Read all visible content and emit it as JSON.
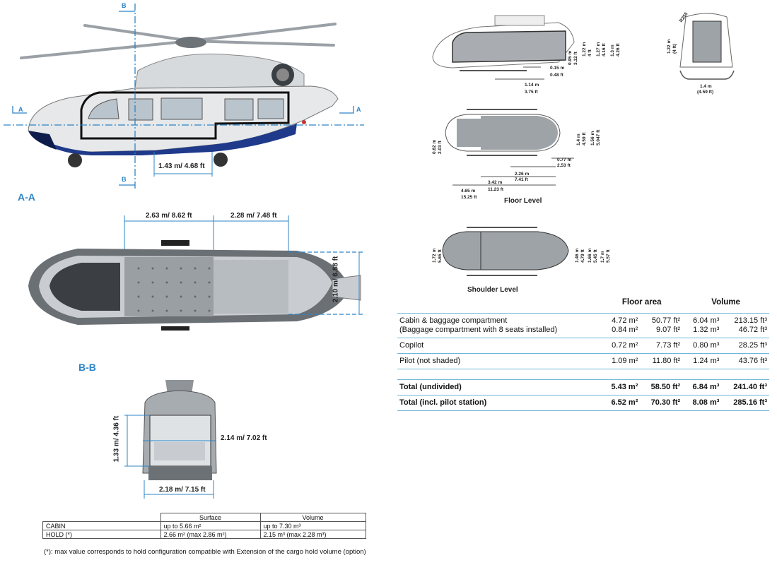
{
  "left": {
    "section_a": "A-A",
    "section_b": "B-B",
    "marker_a": "A",
    "marker_b": "B",
    "dim_door": "1.43 m/ 4.68 ft",
    "dim_cabin_len": "2.63 m/ 8.62 ft",
    "dim_baggage_len": "2.28 m/ 7.48 ft",
    "dim_width": "2.10 m/ 6.88 ft",
    "dim_rear_width": "2.14 m/ 7.02 ft",
    "dim_rear_height": "1.33 m/ 4.36 ft",
    "dim_rear_floor": "2.18 m/ 7.15 ft"
  },
  "small_diagrams": {
    "side_heights": [
      "0.95 m\n3.12 ft",
      "1.22 m\n4 ft",
      "1.27 m\n4.16 ft",
      "1.3 m\n4.26 ft"
    ],
    "side_step": [
      "0.15 m",
      "0.48 ft"
    ],
    "side_len": [
      "1.14 m",
      "3.75 ft"
    ],
    "rear_radius": "R255",
    "rear_height": [
      "1.22 m",
      "(4 ft)"
    ],
    "rear_width": [
      "1.4 m",
      "(4.59 ft)"
    ],
    "floor_label": "Floor Level",
    "floor_left": [
      "0.62 m",
      "2.03 ft"
    ],
    "floor_right": [
      "1.4 m",
      "4.59 ft",
      "1.56 m",
      "5.047 ft"
    ],
    "floor_dims": [
      [
        "0.77 m",
        "2.53 ft"
      ],
      [
        "2.26 m",
        "7.41 ft"
      ],
      [
        "3.42 m",
        "11.23 ft"
      ],
      [
        "4.65 m",
        "15.25 ft"
      ]
    ],
    "shoulder_label": "Shoulder Level",
    "shoulder_left": [
      "1.72 m",
      "5.65 ft"
    ],
    "shoulder_right": [
      "1.46 m",
      "4.79 ft",
      "1.66 m",
      "5.45 ft",
      "1.7 m",
      "5.57 ft"
    ]
  },
  "volume_table": {
    "head_floor": "Floor area",
    "head_volume": "Volume",
    "rows": [
      {
        "label": "Cabin & baggage compartment",
        "fa_m": "4.72 m²",
        "fa_ft": "50.77 ft²",
        "v_m": "6.04 m³",
        "v_ft": "213.15 ft³"
      },
      {
        "label": "(Baggage compartment with 8 seats installed)",
        "fa_m": "0.84 m²",
        "fa_ft": "9.07 ft²",
        "v_m": "1.32 m³",
        "v_ft": "46.72 ft³"
      },
      {
        "label": "Copilot",
        "fa_m": "0.72 m²",
        "fa_ft": "7.73 ft²",
        "v_m": "0.80 m³",
        "v_ft": "28.25 ft³"
      },
      {
        "label": "Pilot (not shaded)",
        "fa_m": "1.09 m²",
        "fa_ft": "11.80 ft²",
        "v_m": "1.24 m³",
        "v_ft": "43.76 ft³"
      },
      {
        "label": "Total (undivided)",
        "fa_m": "5.43 m²",
        "fa_ft": "58.50 ft²",
        "v_m": "6.84 m³",
        "v_ft": "241.40 ft³"
      },
      {
        "label": "Total (incl. pilot station)",
        "fa_m": "6.52 m²",
        "fa_ft": "70.30 ft²",
        "v_m": "8.08 m³",
        "v_ft": "285.16 ft³"
      }
    ]
  },
  "cap_table": {
    "head": [
      "",
      "Surface",
      "Volume"
    ],
    "rows": [
      [
        "CABIN",
        "up to 5.66 m²",
        "up to 7.30 m³"
      ],
      [
        "HOLD (*)",
        "2.66 m² (max 2.86 m²)",
        "2.15 m³ (max 2.28 m³)"
      ]
    ]
  },
  "footnote": "(*): max value corresponds to hold configuration compatible with Extension of the cargo hold volume (option)",
  "colors": {
    "accent": "#2e84c6",
    "rule": "#6fb6d8"
  }
}
